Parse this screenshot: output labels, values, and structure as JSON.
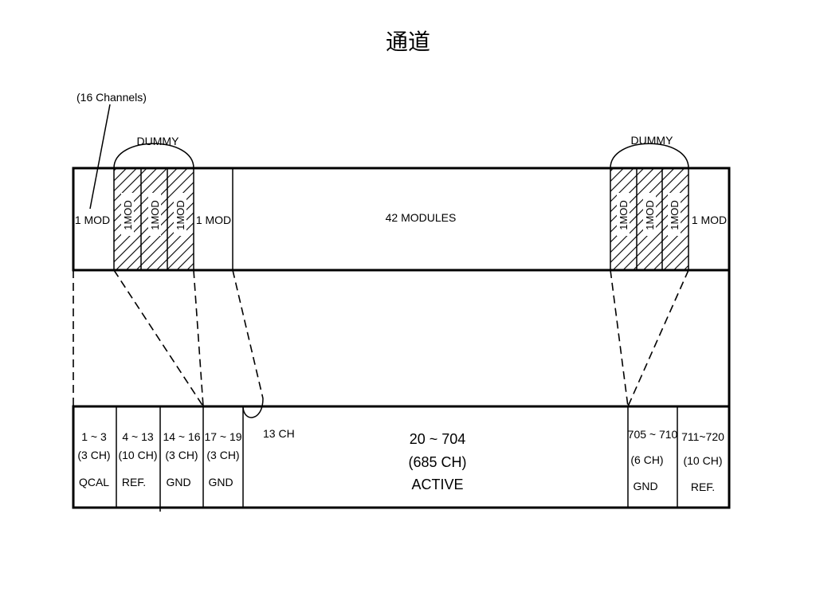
{
  "title": "通道",
  "top_note": "(16 Channels)",
  "dummy_left": "DUMMY",
  "dummy_right": "DUMMY",
  "modules": {
    "left_outer": "1 MOD",
    "left_inner": "1 MOD",
    "dummy_mod": "1MOD",
    "middle": "42 MODULES",
    "right_outer": "1 MOD"
  },
  "note_13ch": "13 CH",
  "channels": [
    {
      "range": "1 ~ 3",
      "count": "(3 CH)",
      "type": "QCAL"
    },
    {
      "range": "4 ~ 13",
      "count": "(10 CH)",
      "type": "REF."
    },
    {
      "range": "14 ~ 16",
      "count": "(3 CH)",
      "type": "GND"
    },
    {
      "range": "17 ~ 19",
      "count": "(3 CH)",
      "type": "GND"
    },
    {
      "range": "20 ~ 704",
      "count": "(685 CH)",
      "type": "ACTIVE"
    },
    {
      "range": "705 ~ 710",
      "count": "(6 CH)",
      "type": "GND"
    },
    {
      "range": "711~720",
      "count": "(10 CH)",
      "type": "REF."
    }
  ]
}
